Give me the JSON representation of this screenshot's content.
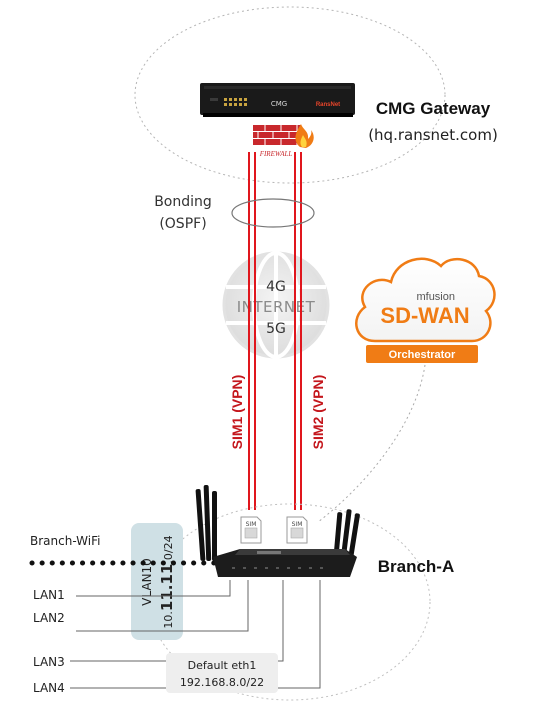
{
  "gateway": {
    "device_label": "CMG",
    "brand": "RansNet",
    "name": "CMG Gateway",
    "host": "(hq.ransnet.com)",
    "firewall": "FIREWALL"
  },
  "bonding": {
    "line1": "Bonding",
    "line2": "(OSPF)"
  },
  "internet": {
    "top": "4G",
    "middle": "INTERNET",
    "bottom": "5G"
  },
  "tunnels": {
    "sim1": "SIM1 (VPN)",
    "sim2": "SIM2 (VPN)"
  },
  "sdwan": {
    "brand": "mfusion",
    "title": "SD-WAN",
    "subtitle": "Orchestrator"
  },
  "branch": {
    "name": "Branch-A",
    "sim_label": "SIM",
    "wifi": "Branch-WiFi",
    "vlan": {
      "name": "VLAN10",
      "subnet_prefix": "10.",
      "subnet_bold": "11.11",
      "subnet_suffix": ".0/24"
    },
    "lans": [
      "LAN1",
      "LAN2",
      "LAN3",
      "LAN4"
    ],
    "default": {
      "line1": "Default eth1",
      "line2": "192.168.8.0/22"
    }
  },
  "colors": {
    "tunnel": "#e0161d",
    "orchestrator": "#f07c15",
    "vlan_box": "#cfe0e5",
    "default_box": "#eeeeee"
  }
}
